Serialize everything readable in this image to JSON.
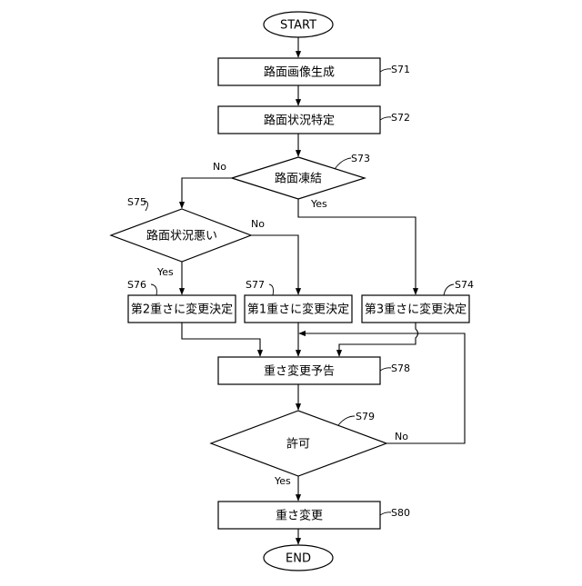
{
  "flowchart": {
    "start": "START",
    "end": "END",
    "s71": {
      "text": "路面画像生成",
      "step": "S71"
    },
    "s72": {
      "text": "路面状況特定",
      "step": "S72"
    },
    "s73": {
      "text": "路面凍結",
      "step": "S73",
      "yes": "Yes",
      "no": "No"
    },
    "s75": {
      "text": "路面状況悪い",
      "step": "S75",
      "yes": "Yes",
      "no": "No"
    },
    "s76": {
      "text": "第2重さに変更決定",
      "step": "S76"
    },
    "s77": {
      "text": "第1重さに変更決定",
      "step": "S77"
    },
    "s74": {
      "text": "第3重さに変更決定",
      "step": "S74"
    },
    "s78": {
      "text": "重さ変更予告",
      "step": "S78"
    },
    "s79": {
      "text": "許可",
      "step": "S79",
      "yes": "Yes",
      "no": "No"
    },
    "s80": {
      "text": "重さ変更",
      "step": "S80"
    }
  }
}
